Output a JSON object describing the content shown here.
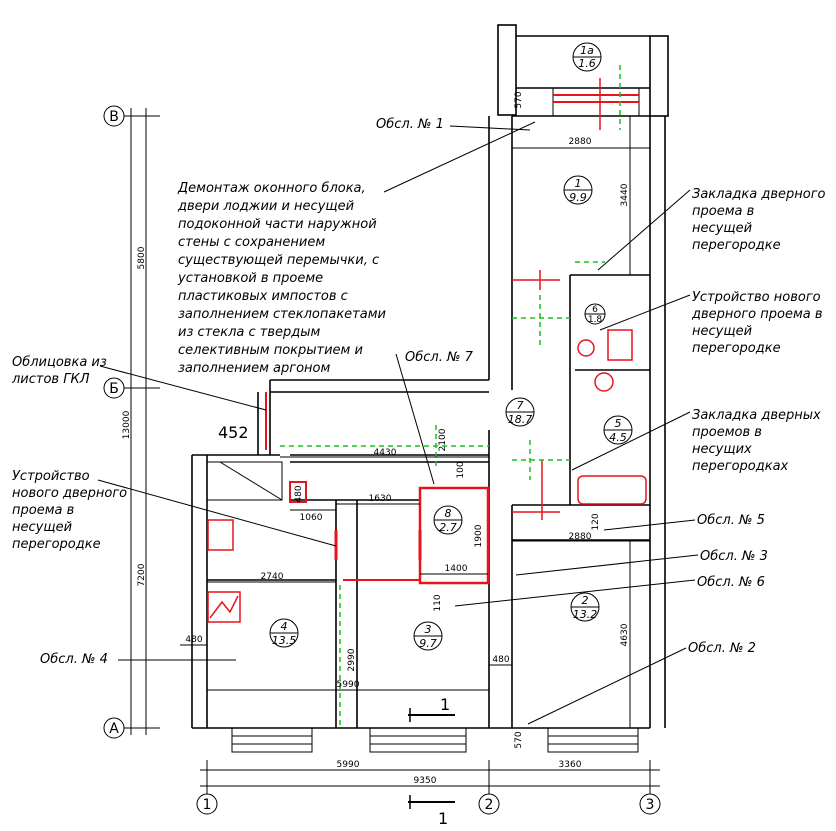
{
  "axes": {
    "rows": [
      "В",
      "Б",
      "А"
    ],
    "cols": [
      "1",
      "2",
      "3"
    ]
  },
  "dimensions": {
    "vertical_outer": [
      "5800",
      "13000",
      "7200"
    ],
    "total_width": "9350",
    "bottom_left": "5990",
    "bottom_right": "3360",
    "inner_5990": "5990",
    "d2880_top": "2880",
    "d3440": "3440",
    "d570_top": "570",
    "d570_bottom": "570",
    "d4430": "4430",
    "d2100": "2100",
    "d100": "100",
    "d480_a": "480",
    "d1060": "1060",
    "d1630": "1630",
    "d1900": "1900",
    "d1400": "1400",
    "d110": "110",
    "d2740": "2740",
    "d480_b": "480",
    "d480_c": "480",
    "d2990": "2990",
    "d2880_mid": "2880",
    "d4630": "4630",
    "d120": "120"
  },
  "rooms": [
    {
      "num": "1a",
      "area": "1.6"
    },
    {
      "num": "1",
      "area": "9.9"
    },
    {
      "num": "6",
      "area": "1.8"
    },
    {
      "num": "7",
      "area": "18.7"
    },
    {
      "num": "5",
      "area": "4.5"
    },
    {
      "num": "8",
      "area": "2.7"
    },
    {
      "num": "4",
      "area": "13.5"
    },
    {
      "num": "3",
      "area": "9.7"
    },
    {
      "num": "2",
      "area": "13.2"
    }
  ],
  "code_label": "452",
  "section_mark": "1",
  "notes": {
    "demolition": [
      "Демонтаж оконного блока,",
      "двери лоджии и несущей",
      "подоконной части наружной",
      "стены с сохранением",
      "существующей перемычки, с",
      "установкой в проеме",
      "пластиковых импостов с",
      "заполнением стеклопакетами",
      "из стекла с твердым",
      "селективным покрытием и",
      "заполнением аргоном"
    ],
    "gkl": [
      "Облицовка из",
      "листов ГКЛ"
    ],
    "new_door_left": [
      "Устройство",
      "нового дверного",
      "проема в",
      "несущей",
      "перегородке"
    ],
    "zakladka_1": [
      "Закладка дверного",
      "проема в",
      "несущей",
      "перегородке"
    ],
    "new_door_right": [
      "Устройство нового",
      "дверного проема в",
      "несущей",
      "перегородке"
    ],
    "zakladka_2": [
      "Закладка дверных",
      "проемов в",
      "несущих",
      "перегородках"
    ]
  },
  "callouts": {
    "o1": "Обсл. № 1",
    "o7": "Обсл. № 7",
    "o5": "Обсл. № 5",
    "o3": "Обсл. № 3",
    "o6": "Обсл. № 6",
    "o4": "Обсл. № 4",
    "o2": "Обсл. № 2"
  }
}
